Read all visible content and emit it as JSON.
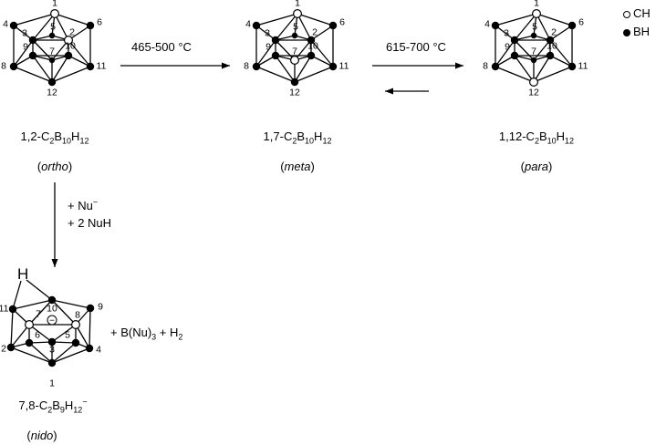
{
  "legend": {
    "ch": "CH",
    "bh": "BH"
  },
  "reactions": {
    "ortho_to_meta": "465-500 °C",
    "meta_to_para": "615-700 °C",
    "degradation_reagent_1": "+ Nu",
    "degradation_reagent_1_sup": "−",
    "degradation_reagent_2": "+ 2 NuH",
    "byproducts": "+ B(Nu)",
    "byproducts_sub": "3",
    "byproducts_tail": " + H",
    "byproducts_tail_sub": "2"
  },
  "compounds": {
    "ortho": {
      "formula_prefix": "1,2-C",
      "s1": "2",
      "m1": "B",
      "s2": "10",
      "m2": "H",
      "s3": "12",
      "descriptor": "ortho",
      "vertex_labels": [
        "1",
        "2",
        "3",
        "4",
        "5",
        "6",
        "7",
        "8",
        "9",
        "10",
        "11",
        "12"
      ]
    },
    "meta": {
      "formula_prefix": "1,7-C",
      "s1": "2",
      "m1": "B",
      "s2": "10",
      "m2": "H",
      "s3": "12",
      "descriptor": "meta",
      "vertex_labels": [
        "1",
        "2",
        "3",
        "4",
        "5",
        "6",
        "7",
        "8",
        "9",
        "10",
        "11",
        "12"
      ]
    },
    "para": {
      "formula_prefix": "1,12-C",
      "s1": "2",
      "m1": "B",
      "s2": "10",
      "m2": "H",
      "s3": "12",
      "descriptor": "para",
      "vertex_labels": [
        "1",
        "2",
        "3",
        "4",
        "5",
        "6",
        "7",
        "8",
        "9",
        "10",
        "11",
        "12"
      ]
    },
    "nido": {
      "formula_prefix": "7,8-C",
      "s1": "2",
      "m1": "B",
      "s2": "9",
      "m2": "H",
      "s3": "12",
      "charge": "−",
      "descriptor": "nido",
      "vertex_labels": [
        "11",
        "7",
        "10",
        "8",
        "9",
        "2",
        "6",
        "3",
        "5",
        "4",
        "1"
      ],
      "bridging_h": "H",
      "charge_symbol": "−"
    }
  }
}
